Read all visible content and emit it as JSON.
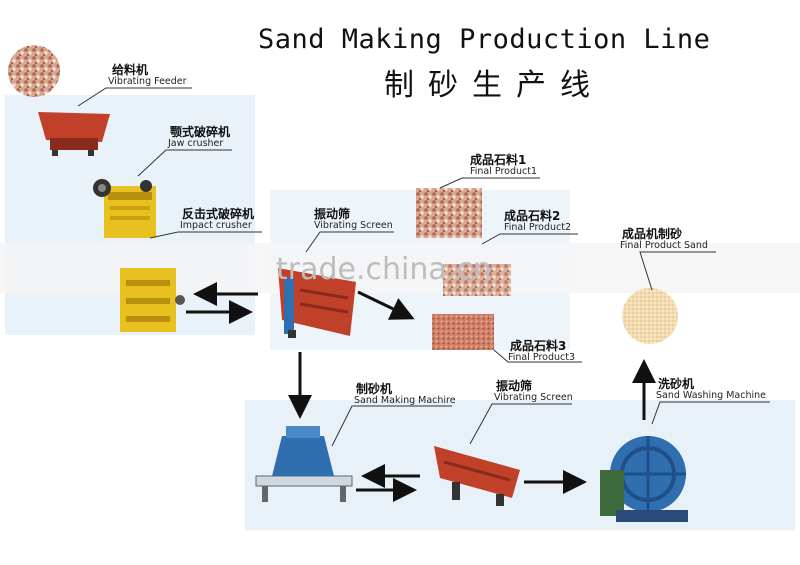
{
  "title": {
    "english": "Sand Making Production Line",
    "chinese": "制砂生产线"
  },
  "watermark": "trade.china.cn",
  "nodes": [
    {
      "id": "feeder",
      "cn": "给料机",
      "en": "Vibrating Feeder"
    },
    {
      "id": "jaw",
      "cn": "颚式破碎机",
      "en": "Jaw crusher"
    },
    {
      "id": "impact",
      "cn": "反击式破碎机",
      "en": "Impact crusher"
    },
    {
      "id": "screen1",
      "cn": "振动筛",
      "en": "Vibrating Screen"
    },
    {
      "id": "final1",
      "cn": "成品石料1",
      "en": "Final Product1"
    },
    {
      "id": "final2",
      "cn": "成品石料2",
      "en": "Final Product2"
    },
    {
      "id": "final3",
      "cn": "成品石料3",
      "en": "Final Product3"
    },
    {
      "id": "sandfinal",
      "cn": "成品机制砂",
      "en": "Final Product Sand"
    },
    {
      "id": "sandmaker",
      "cn": "制砂机",
      "en": "Sand Making Machire"
    },
    {
      "id": "screen2",
      "cn": "振动筛",
      "en": "Vibrating Screen"
    },
    {
      "id": "washer",
      "cn": "洗砂机",
      "en": "Sand Washing Machine"
    }
  ],
  "colors": {
    "arrow": "#111111",
    "machine_yellow": "#e8c020",
    "machine_red": "#c0402a",
    "machine_blue": "#2f6fb0",
    "gravel": "#c9907a",
    "sand": "#f0d8a8",
    "panel": "#e6f0f8"
  }
}
